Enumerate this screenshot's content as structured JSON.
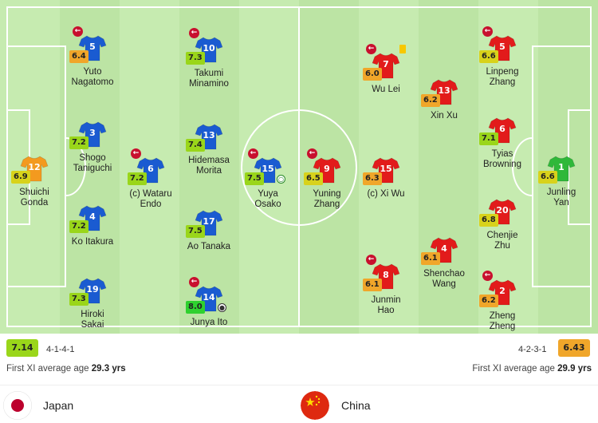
{
  "teams": {
    "home": {
      "name": "Japan",
      "avg_rating": "7.14",
      "formation": "4-1-4-1",
      "avg_age_label": "First XI average age",
      "avg_age": "29.3 yrs",
      "shirt_color": "#1a5bd1",
      "players": [
        {
          "number": "12",
          "name": "Shuichi\nGonda",
          "rating": "6.9",
          "col": 43,
          "row": 193,
          "keeper": true
        },
        {
          "number": "5",
          "name": "Yuto\nNagatomo",
          "rating": "6.4",
          "col": 116,
          "row": 42,
          "sub_off": true
        },
        {
          "number": "3",
          "name": "Shogo\nTaniguchi",
          "rating": "7.2",
          "col": 116,
          "row": 150
        },
        {
          "number": "4",
          "name": "Ko Itakura",
          "rating": "7.2",
          "col": 116,
          "row": 255
        },
        {
          "number": "19",
          "name": "Hiroki\nSakai",
          "rating": "7.3",
          "col": 116,
          "row": 346
        },
        {
          "number": "6",
          "name": "(c) Wataru\nEndo",
          "rating": "7.2",
          "col": 189,
          "row": 195,
          "sub_off": true
        },
        {
          "number": "10",
          "name": "Takumi\nMinamino",
          "rating": "7.3",
          "col": 262,
          "row": 44,
          "sub_off": true
        },
        {
          "number": "13",
          "name": "Hidemasa\nMorita",
          "rating": "7.4",
          "col": 262,
          "row": 153
        },
        {
          "number": "17",
          "name": "Ao Tanaka",
          "rating": "7.5",
          "col": 262,
          "row": 261
        },
        {
          "number": "14",
          "name": "Junya Ito",
          "rating": "8.0",
          "col": 262,
          "row": 356,
          "sub_off": true,
          "goal": true
        },
        {
          "number": "15",
          "name": "Yuya\nOsako",
          "rating": "7.5",
          "col": 336,
          "row": 195,
          "sub_off": true,
          "assist": true
        }
      ]
    },
    "away": {
      "name": "China",
      "avg_rating": "6.43",
      "formation": "4-2-3-1",
      "avg_age_label": "First XI average age",
      "avg_age": "29.9 yrs",
      "shirt_color": "#e21b1b",
      "players": [
        {
          "number": "9",
          "name": "Yuning\nZhang",
          "rating": "6.5",
          "col": 410,
          "row": 195,
          "sub_off": true
        },
        {
          "number": "7",
          "name": "Wu Lei",
          "rating": "6.0",
          "col": 484,
          "row": 64,
          "sub_off": true,
          "yellow_card": true
        },
        {
          "number": "15",
          "name": "(c) Xi Wu",
          "rating": "6.3",
          "col": 484,
          "row": 195
        },
        {
          "number": "8",
          "name": "Junmin\nHao",
          "rating": "6.1",
          "col": 484,
          "row": 328,
          "sub_off": true
        },
        {
          "number": "13",
          "name": "Xin Xu",
          "rating": "6.2",
          "col": 557,
          "row": 97
        },
        {
          "number": "4",
          "name": "Shenchao\nWang",
          "rating": "6.1",
          "col": 557,
          "row": 295
        },
        {
          "number": "5",
          "name": "Linpeng\nZhang",
          "rating": "6.6",
          "col": 630,
          "row": 42,
          "sub_off": true
        },
        {
          "number": "6",
          "name": "Tyias\nBrowning",
          "rating": "7.1",
          "col": 630,
          "row": 145
        },
        {
          "number": "20",
          "name": "Chenjie\nZhu",
          "rating": "6.8",
          "col": 630,
          "row": 247
        },
        {
          "number": "2",
          "name": "Zheng\nZheng",
          "rating": "6.2",
          "col": 630,
          "row": 348,
          "sub_off": true
        },
        {
          "number": "1",
          "name": "Junling\nYan",
          "rating": "6.6",
          "col": 704,
          "row": 193,
          "keeper": true
        }
      ]
    }
  },
  "colors": {
    "pitch_light": "#c6ebb0",
    "pitch_dark": "#bce4a4",
    "keeper_home": "#f39a1f",
    "keeper_away": "#2fb83a"
  }
}
